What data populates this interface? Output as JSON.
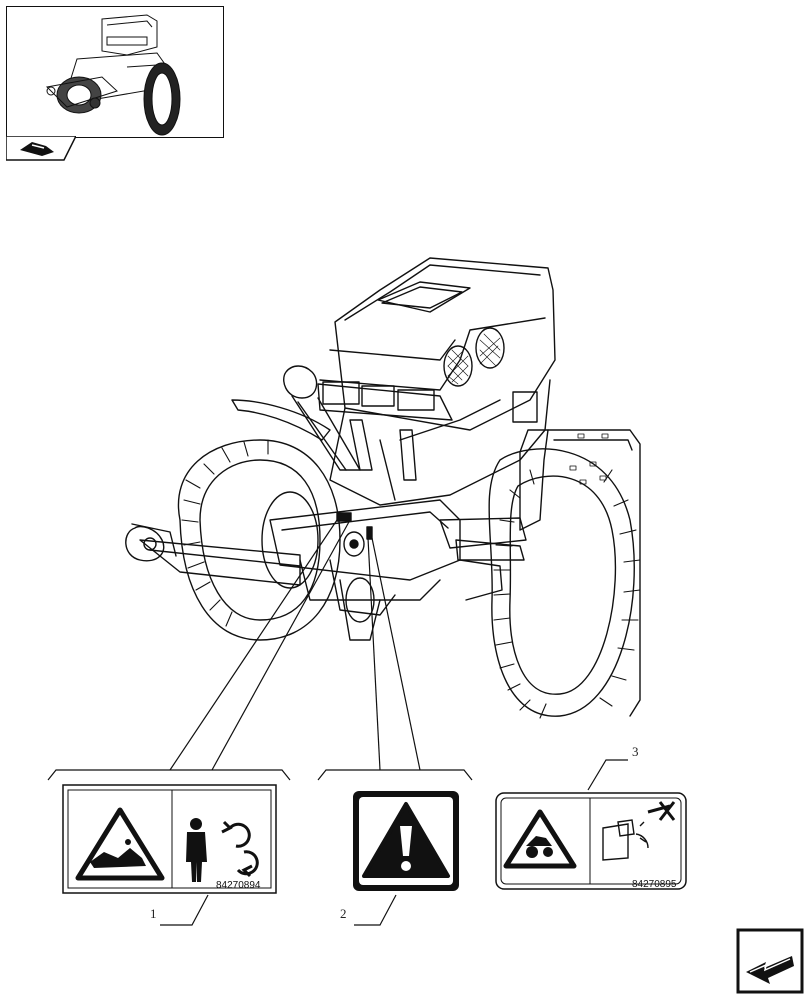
{
  "callouts": [
    {
      "id": "1",
      "label": "1"
    },
    {
      "id": "2",
      "label": "2"
    },
    {
      "id": "3",
      "label": "3"
    }
  ],
  "decals": [
    {
      "callout": "1",
      "part_number": "84270894",
      "icons": [
        "crush-hazard-warning-icon",
        "person-standing-icon",
        "rotation-arrows-icon"
      ]
    },
    {
      "callout": "2",
      "part_number": "",
      "icons": [
        "general-warning-triangle-icon"
      ]
    },
    {
      "callout": "3",
      "part_number": "84270895",
      "icons": [
        "tractor-hazard-warning-icon",
        "do-not-weld-icon"
      ]
    }
  ],
  "navigation": {
    "thumbnail_icon": "tractor-overview-thumbnail",
    "tab_icon": "book-tab-icon",
    "next_icon": "next-page-arrow-icon"
  }
}
